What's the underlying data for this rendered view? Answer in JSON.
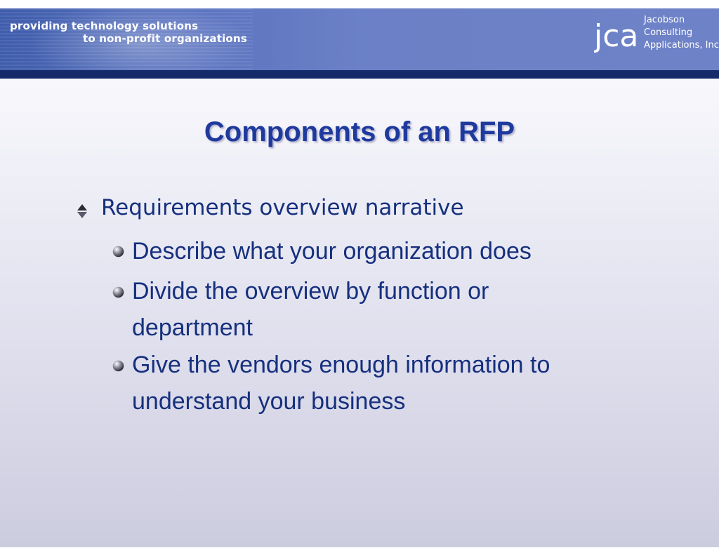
{
  "header": {
    "tagline_line1": "providing technology solutions",
    "tagline_line2": "to non-profit organizations",
    "logo_mark": "jca",
    "company_name_lines": [
      "Jacobson",
      "Consulting",
      "Applications, Inc."
    ]
  },
  "slide": {
    "title": "Components of an RFP",
    "bullet": {
      "text": "Requirements overview narrative",
      "icon": "arrow-bullet-icon"
    },
    "sub_bullets": [
      {
        "lines": [
          "Describe what your organization does"
        ],
        "icon": "sphere-bullet-icon"
      },
      {
        "lines": [
          "Divide the overview by function or",
          "department"
        ],
        "icon": "sphere-bullet-icon"
      },
      {
        "lines": [
          "Give the vendors enough information to",
          "understand your business"
        ],
        "icon": "sphere-bullet-icon"
      }
    ]
  },
  "colors": {
    "banner": "#6e82c7",
    "banner_bar": "#142a6b",
    "title": "#1f3a9e",
    "body_text": "#16307e"
  }
}
